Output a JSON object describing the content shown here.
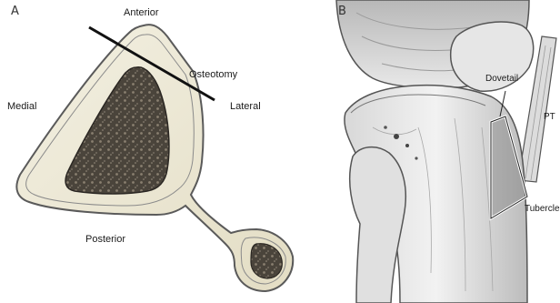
{
  "panel_a": {
    "letter": "A",
    "labels": {
      "anterior": "Anterior",
      "medial": "Medial",
      "lateral": "Lateral",
      "posterior": "Posterior",
      "osteotomy": "Osteotomy"
    }
  },
  "panel_b": {
    "letter": "B",
    "labels": {
      "dovetail": "Dovetail",
      "pt": "PT",
      "tubercle": "Tubercle"
    }
  },
  "colors": {
    "bone_fill": "#ece8d4",
    "cancellous": "#3f3a33",
    "outline": "#555555",
    "cut_line": "#111111"
  }
}
